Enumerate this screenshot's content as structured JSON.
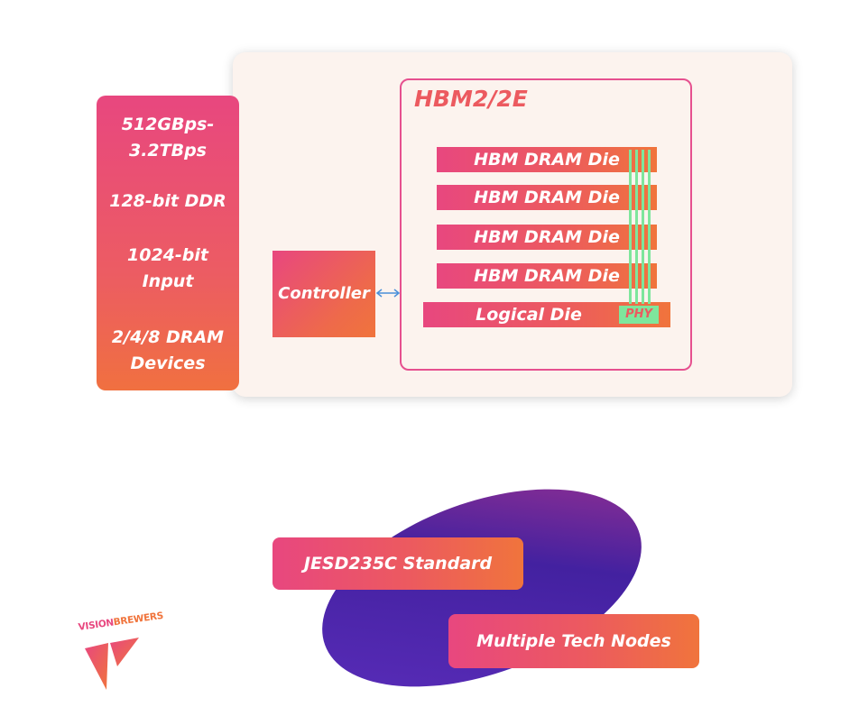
{
  "side_specs": [
    "512GBps-\n3.2TBps",
    "128-bit DDR",
    "1024-bit\nInput",
    "2/4/8 DRAM\nDevices"
  ],
  "hbm": {
    "title": "HBM2/2E",
    "dies": [
      "HBM DRAM Die",
      "HBM DRAM Die",
      "HBM DRAM Die",
      "HBM DRAM Die"
    ],
    "logical_die": "Logical Die",
    "phy": "PHY"
  },
  "controller": "Controller",
  "features": [
    "JESD235C Standard",
    "Multiple Tech Nodes"
  ],
  "logo": {
    "part1": "VISION",
    "part2": "BREWERS"
  },
  "colors": {
    "pink": "#e8477f",
    "orange": "#f0743c",
    "green": "#7ee69c",
    "purple": "#4a24a6",
    "arrow": "#4a90d9"
  }
}
